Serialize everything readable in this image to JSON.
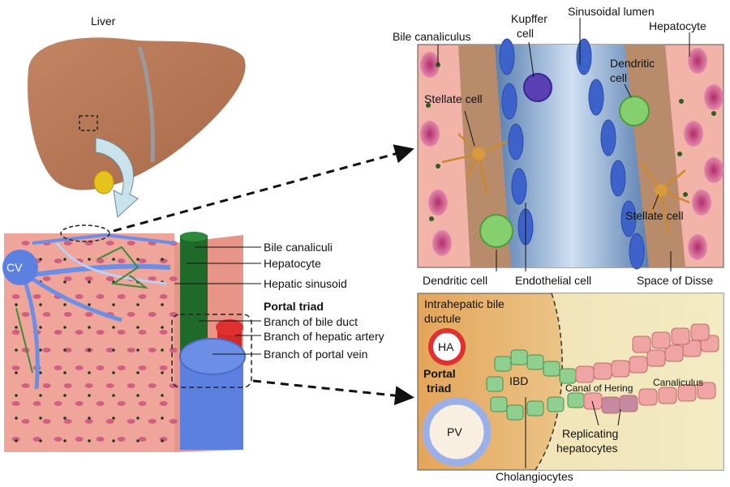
{
  "colors": {
    "liver": "#b97a56",
    "hepatocyte_pink": "#f2b3a8",
    "nucleus": "#c44a7a",
    "vessel_blue": "#4f78d8",
    "endothelial": "#3d62c9",
    "space_of_disse": "#b88b6a",
    "kupffer": "#5a3fb5",
    "dendritic_green": "#7cc36a",
    "stellate": "#d89a3a",
    "cholangiocyte": "#8fcf8f",
    "portal_bg": "#e0a860",
    "ha_red": "#e03030",
    "pv_blue": "#9bb0e8"
  },
  "labels": {
    "liver": "Liver",
    "cv": "CV",
    "bile_canaliculi": "Bile canaliculi",
    "hepatocyte_left": "Hepatocyte",
    "hepatic_sinusoid": "Hepatic sinusoid",
    "portal_triad_title": "Portal triad",
    "branch_bile_duct": "Branch of bile duct",
    "branch_hepatic_artery": "Branch of hepatic artery",
    "branch_portal_vein": "Branch of portal vein"
  },
  "sinusoid_panel": {
    "bile_canaliculus": "Bile canaliculus",
    "kupffer_line1": "Kupffer",
    "kupffer_line2": "cell",
    "sinusoidal_lumen": "Sinusoidal lumen",
    "hepatocyte": "Hepatocyte",
    "dendritic_top_line1": "Dendritic",
    "dendritic_top_line2": "cell",
    "stellate_top": "Stellate cell",
    "stellate_bottom": "Stellate cell",
    "dendritic_bottom": "Dendritic cell",
    "endothelial_cell": "Endothelial cell",
    "space_of_disse": "Space of Disse"
  },
  "triad_panel": {
    "ibd_line1": "Intrahepatic bile",
    "ibd_line2": "ductule",
    "ha": "HA",
    "ibd": "IBD",
    "portal_line1": "Portal",
    "portal_line2": "triad",
    "pv": "PV",
    "canal_of_hering": "Canal of Hering",
    "canaliculus": "Canaliculus",
    "replicating_line1": "Replicating",
    "replicating_line2": "hepatocytes",
    "cholangiocytes": "Cholangiocytes"
  }
}
